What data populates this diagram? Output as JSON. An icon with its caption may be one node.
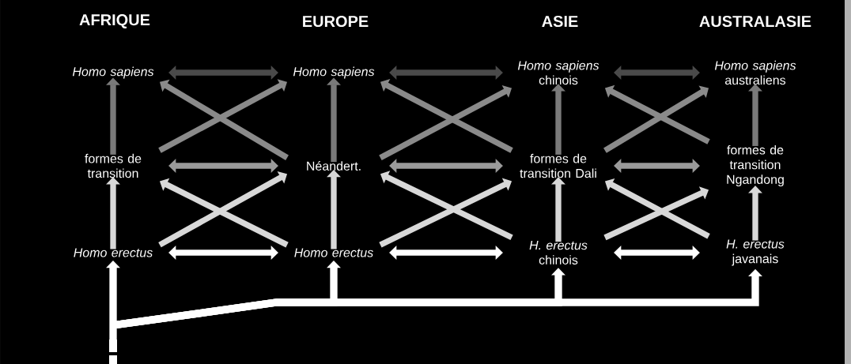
{
  "diagram": {
    "nodes": [
      {
        "text": [
          "Homo sapiens"
        ]
      },
      {
        "text": [
          "Homo sapiens"
        ]
      },
      {
        "text": [
          "*Homo sapiens* chinois"
        ]
      },
      {
        "text": [
          "*Homo sapiens* australiens"
        ]
      },
      {
        "text": [
          "formes de transition"
        ]
      },
      {
        "text": [
          "Néandert."
        ]
      },
      {
        "text": [
          "formes de transition Dali"
        ]
      },
      {
        "text": [
          "formes de transition Ngandong"
        ]
      },
      {
        "text": [
          "Homo erectus"
        ]
      },
      {
        "text": [
          "Homo erectus"
        ]
      },
      {
        "text": [
          "*H. erectus* chinois"
        ]
      },
      {
        "text": [
          "*H. erectus* javanais"
        ]
      }
    ],
    "edges": [
      {
        "from": 8,
        "to": 4,
        "arrow": "to",
        "color": "#d8d8d8"
      },
      {
        "from": 9,
        "to": 5,
        "arrow": "to",
        "color": "#d8d8d8"
      },
      {
        "from": 10,
        "to": 6,
        "arrow": "to",
        "color": "#d8d8d8"
      },
      {
        "from": 11,
        "to": 7,
        "arrow": "to",
        "color": "#d8d8d8"
      },
      {
        "from": 4,
        "to": 0,
        "arrow": "to",
        "color": "#7a7a7a"
      },
      {
        "from": 5,
        "to": 1,
        "arrow": "to",
        "color": "#7a7a7a"
      },
      {
        "from": 6,
        "to": 2,
        "arrow": "to",
        "color": "#7a7a7a"
      },
      {
        "from": 7,
        "to": 3,
        "arrow": "to",
        "color": "#7a7a7a"
      },
      {
        "from": 0,
        "to": 1,
        "arrow": "both",
        "color": "#4a4a4a"
      },
      {
        "from": 1,
        "to": 2,
        "arrow": "both",
        "color": "#4a4a4a"
      },
      {
        "from": 2,
        "to": 3,
        "arrow": "both",
        "color": "#4a4a4a"
      },
      {
        "from": 4,
        "to": 5,
        "arrow": "both",
        "color": "#9a9a9a"
      },
      {
        "from": 5,
        "to": 6,
        "arrow": "both",
        "color": "#9a9a9a"
      },
      {
        "from": 6,
        "to": 7,
        "arrow": "both",
        "color": "#9a9a9a"
      },
      {
        "from": 8,
        "to": 9,
        "arrow": "both"
      },
      {
        "from": 9,
        "to": 10,
        "arrow": "both"
      },
      {
        "from": 10,
        "to": 11,
        "arrow": "both"
      },
      {
        "from": 9,
        "to": 4,
        "arrow": "to",
        "color": "#d8d8d8"
      },
      {
        "from": 8,
        "to": 5,
        "arrow": "to",
        "color": "#d8d8d8"
      },
      {
        "from": 10,
        "to": 5,
        "arrow": "to",
        "color": "#d8d8d8"
      },
      {
        "from": 9,
        "to": 6,
        "arrow": "to",
        "color": "#d8d8d8"
      },
      {
        "from": 11,
        "to": 6,
        "arrow": "to",
        "color": "#d8d8d8"
      },
      {
        "from": 10,
        "to": 7,
        "arrow": "to",
        "color": "#d8d8d8"
      },
      {
        "from": 5,
        "to": 0,
        "arrow": "to",
        "color": "#8a8a8a"
      },
      {
        "from": 4,
        "to": 1,
        "arrow": "to",
        "color": "#8a8a8a"
      },
      {
        "from": 6,
        "to": 1,
        "arrow": "to",
        "color": "#8a8a8a"
      },
      {
        "from": 5,
        "to": 2,
        "arrow": "to",
        "color": "#8a8a8a"
      },
      {
        "from": 7,
        "to": 2,
        "arrow": "to",
        "color": "#8a8a8a"
      },
      {
        "from": 6,
        "to": 3,
        "arrow": "to",
        "color": "#8a8a8a"
      },
      {
        "from": null,
        "to": 8,
        "arrow": "to"
      },
      {
        "from": null,
        "to": 9,
        "arrow": "to"
      },
      {
        "from": null,
        "to": 10,
        "arrow": "to"
      },
      {
        "from": null,
        "to": 11,
        "arrow": "to"
      }
    ],
    "labels": [
      "AFRIQUE",
      "EUROPE",
      "ASIE",
      "AUSTRALASIE"
    ]
  }
}
